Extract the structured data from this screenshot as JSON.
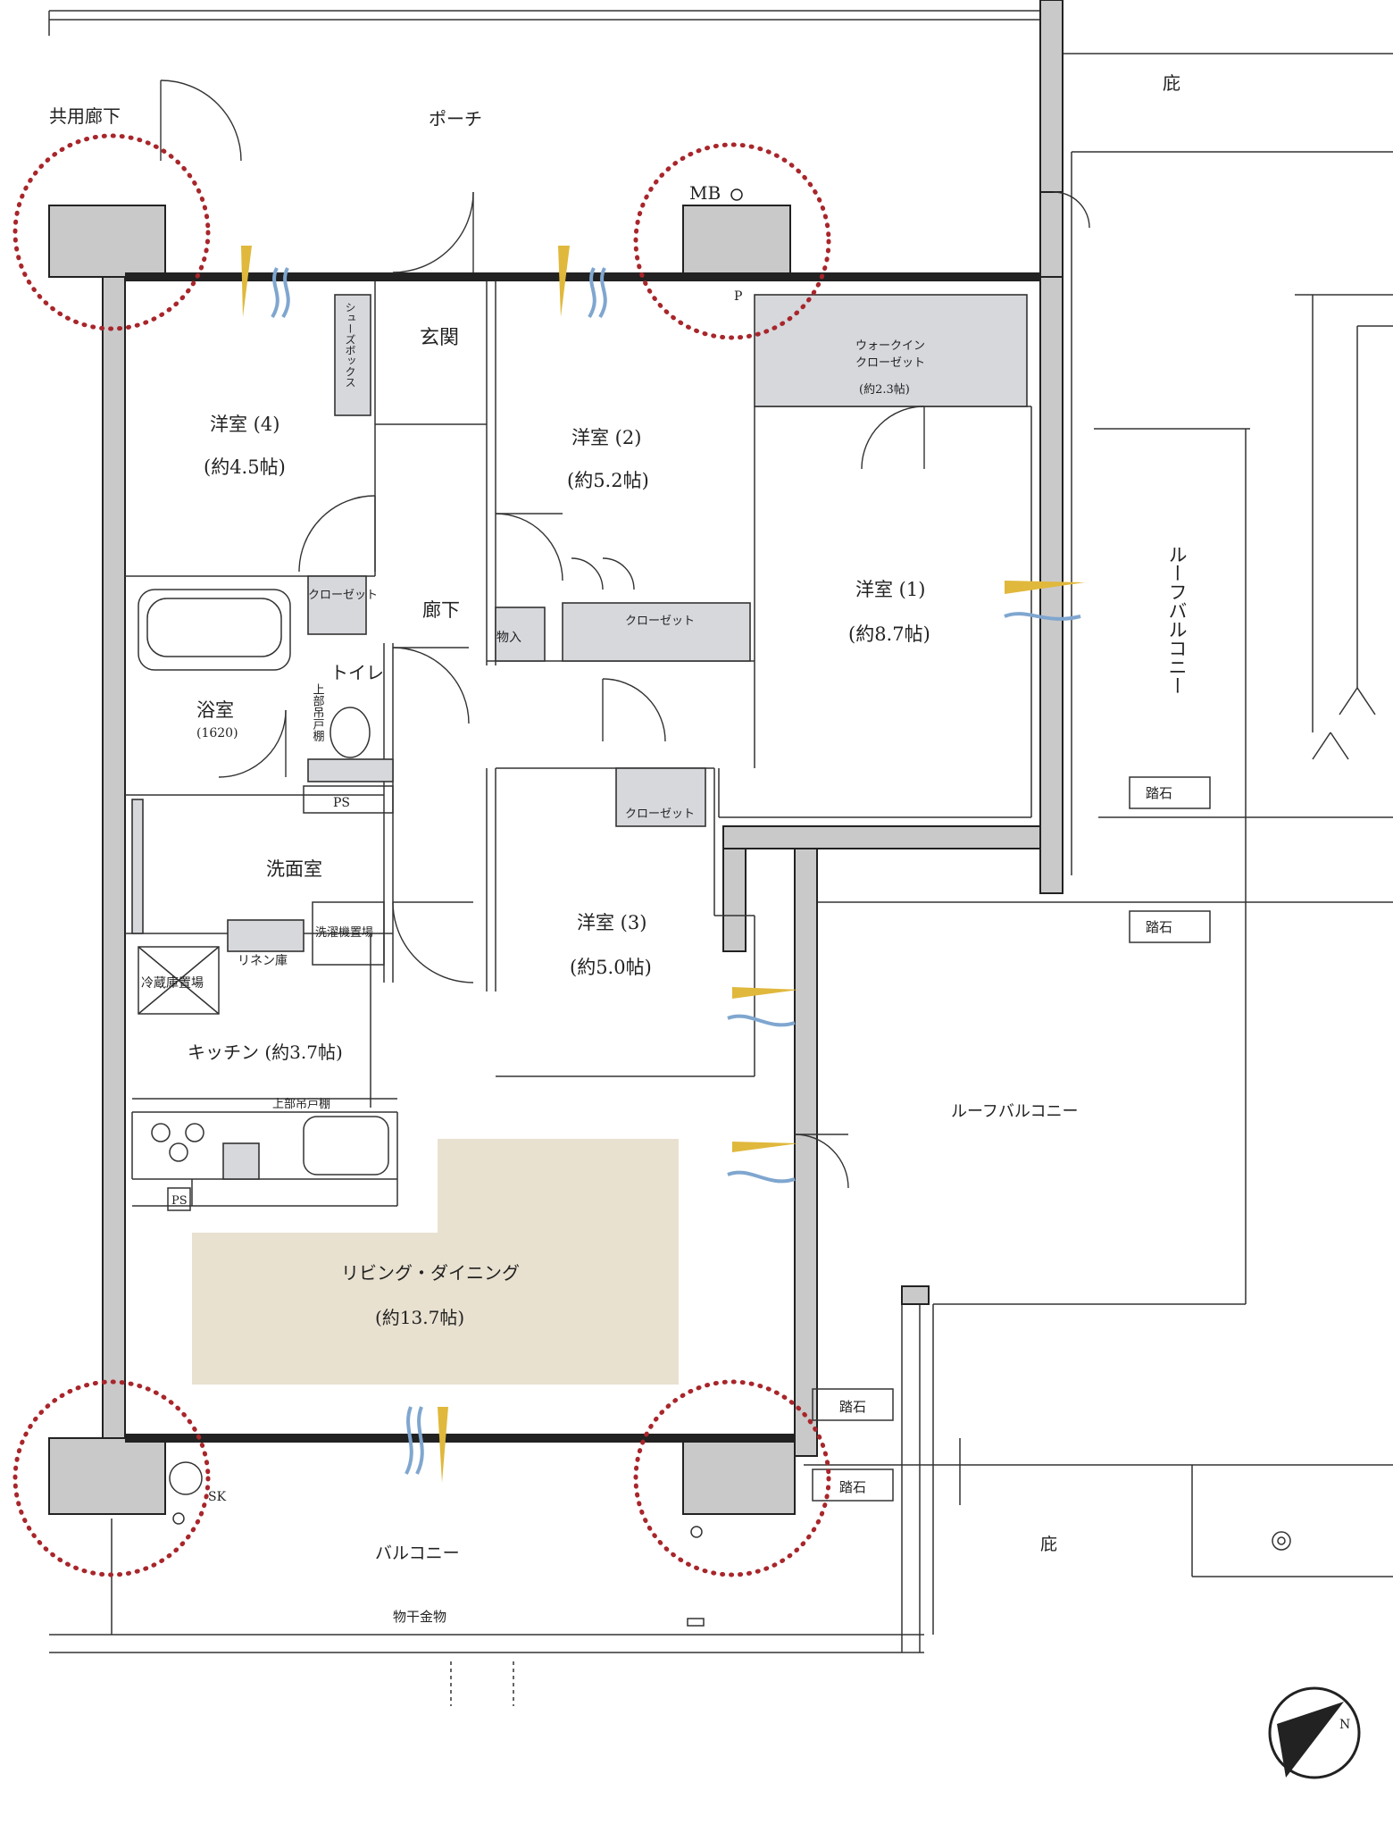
{
  "labels": {
    "common_corridor": "共用廊下",
    "porch": "ポーチ",
    "eaves_top": "庇",
    "mb": "MB",
    "p": "P",
    "shoe_box": "シューズボックス",
    "genkan": "玄関",
    "room4_name": "洋室 (4)",
    "room4_size": "(約4.5帖)",
    "room2_name": "洋室 (2)",
    "room2_size": "(約5.2帖)",
    "walkin_name_1": "ウォークイン",
    "walkin_name_2": "クローゼット",
    "walkin_size": "(約2.3帖)",
    "room1_name": "洋室 (1)",
    "room1_size": "(約8.7帖)",
    "roof_balcony_vertical": "ルーフバルコニー",
    "closet_small": "クローゼット",
    "hallway": "廊下",
    "storage": "物入",
    "closet_room2": "クローゼット",
    "bath": "浴室",
    "bath_size": "(1620)",
    "toilet": "トイレ",
    "upper_cabinet_toilet": "上部吊戸棚",
    "ps_toilet": "PS",
    "stepping_stone_1": "踏石",
    "closet_room3": "クローゼット",
    "washroom": "洗面室",
    "room3_name": "洋室 (3)",
    "room3_size": "(約5.0帖)",
    "stepping_stone_2": "踏石",
    "fridge_space": "冷蔵庫置場",
    "linen": "リネン庫",
    "washer_space": "洗濯機置場",
    "kitchen": "キッチン (約3.7帖)",
    "roof_balcony": "ルーフバルコニー",
    "upper_cabinet_kitchen": "上部吊戸棚",
    "ps_kitchen": "PS",
    "living_name": "リビング・ダイニング",
    "living_size": "(約13.7帖)",
    "stepping_stone_3": "踏石",
    "stepping_stone_4": "踏石",
    "sk": "SK",
    "balcony": "バルコニー",
    "eaves_bottom": "庇",
    "drying_hardware": "物干金物",
    "north": "N"
  },
  "colors": {
    "wall_fill": "#c9c9c9",
    "fixture_fill": "#d6d8dc",
    "living_area": "#e8e1d0",
    "highlight_circle": "#a8262b",
    "breeze_yellow": "#e0b83c",
    "breeze_blue": "#7fa6cf"
  }
}
